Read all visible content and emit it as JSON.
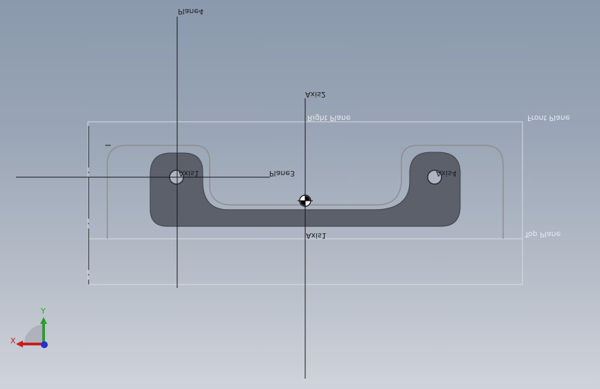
{
  "labels": {
    "plane4": "Plane4",
    "axis2": "Axis2",
    "right_plane": "Right Plane",
    "front_plane": "Front Plane",
    "axis1_hole": "Axis1",
    "axis1_bottom": "Axis1",
    "plane3": "Plane3",
    "axis4": "Axis4",
    "top_plane": "Top Plane"
  },
  "triad": {
    "x_label": "X",
    "y_label": "Y",
    "x_color": "#c81e1e",
    "y_color": "#2aa02a",
    "z_color": "#2233cc"
  },
  "colors": {
    "part_fill": "#5b606b",
    "plane_outline": "#d8dce2",
    "sketch_outline": "#8e8e8e",
    "construction_line": "#141414"
  },
  "icons": {
    "origin": "origin-marker-icon"
  }
}
